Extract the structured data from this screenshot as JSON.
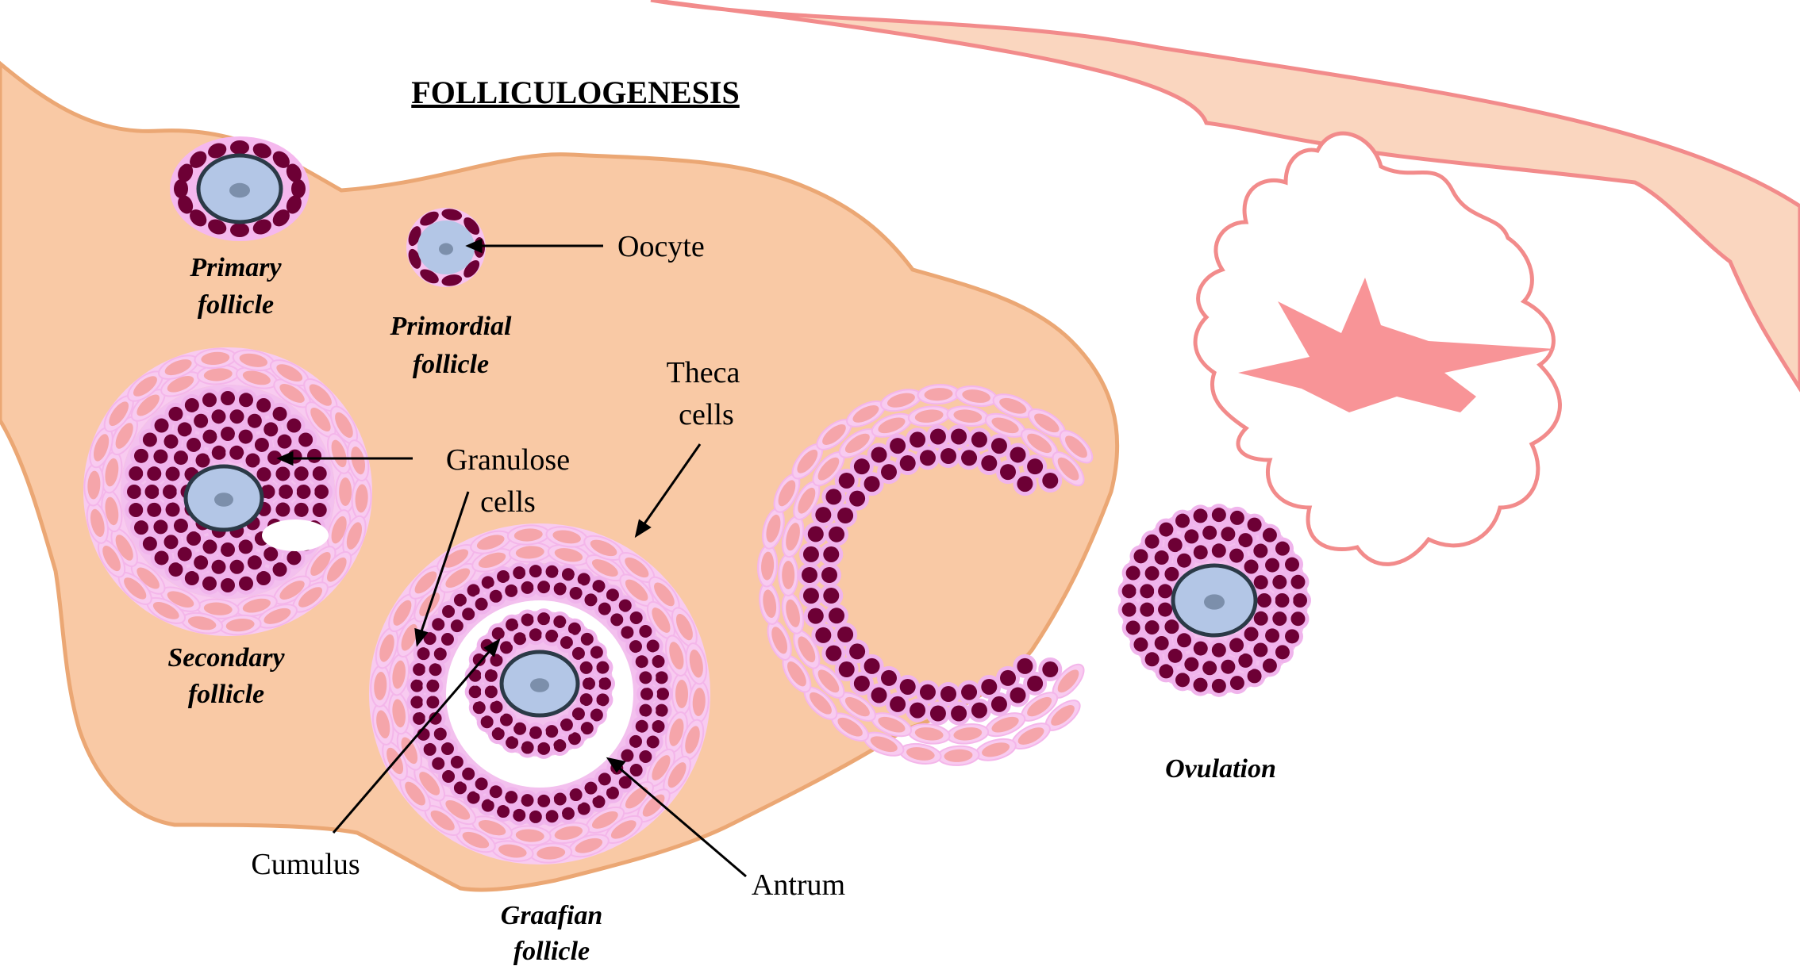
{
  "title": "FOLLICULOGENESIS",
  "stages": {
    "primary": [
      "Primary",
      "follicle"
    ],
    "primordial": [
      "Primordial",
      "follicle"
    ],
    "secondary": [
      "Secondary",
      "follicle"
    ],
    "graafian": [
      "Graafian",
      "follicle"
    ],
    "ovulation": "Ovulation"
  },
  "parts": {
    "oocyte": "Oocyte",
    "theca": [
      "Theca",
      "cells"
    ],
    "granulose": [
      "Granulose",
      "cells"
    ],
    "cumulus": "Cumulus",
    "antrum": "Antrum"
  },
  "colors": {
    "ovary": "#f9c9a5",
    "ovary_outline": "#eba774",
    "tube": "#fad6bf",
    "tube_outline": "#f28b8b",
    "corpus": "#f89497",
    "theca_ring": "#f8cbf0",
    "theca_cell": "#f5a5aa",
    "granulosa_cell": "#6d0035",
    "granulosa_halo": "#f0b4ec",
    "oocyte": "#b3c6e6",
    "oocyte_nucleus": "#7c8fab"
  }
}
